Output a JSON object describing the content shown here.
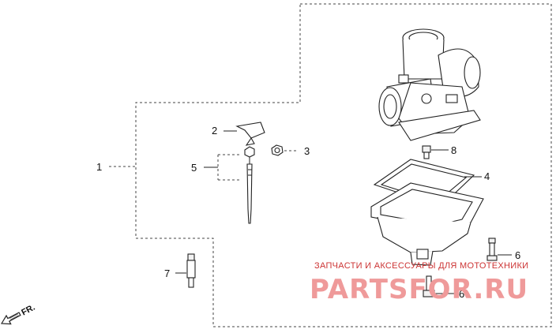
{
  "callouts": [
    {
      "id": "1",
      "label": "1"
    },
    {
      "id": "2",
      "label": "2"
    },
    {
      "id": "3",
      "label": "3"
    },
    {
      "id": "4",
      "label": "4"
    },
    {
      "id": "5",
      "label": "5"
    },
    {
      "id": "6a",
      "label": "6"
    },
    {
      "id": "6b",
      "label": "6"
    },
    {
      "id": "7",
      "label": "7"
    },
    {
      "id": "8",
      "label": "8"
    }
  ],
  "direction_arrow": {
    "label": "FR."
  },
  "watermark": {
    "tagline": "ЗАПЧАСТИ И АКСЕССУАРЫ ДЛЯ МОТОТЕХНИКИ",
    "brand": "PARTSFOR.RU"
  },
  "colors": {
    "line": "#222222",
    "watermark": "#ef9a9a"
  }
}
